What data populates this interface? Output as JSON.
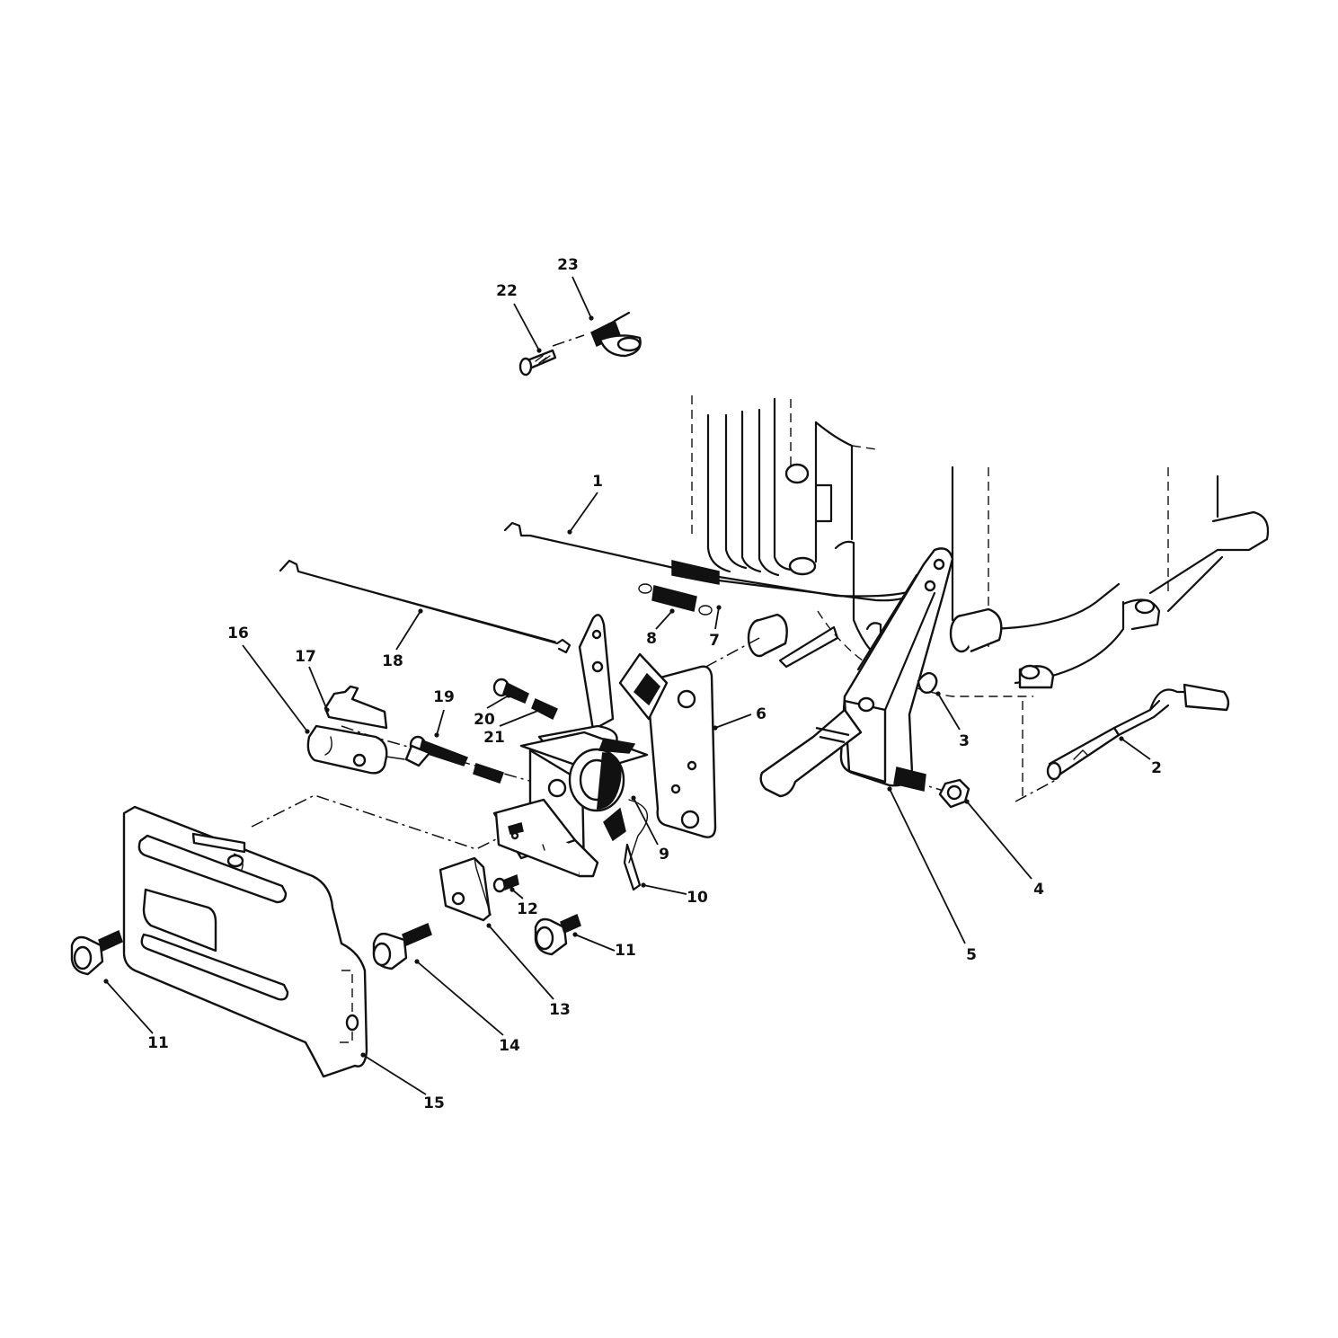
{
  "callouts": [
    {
      "label": "1",
      "kind": "linkage rod"
    },
    {
      "label": "2",
      "kind": "lever"
    },
    {
      "label": "3",
      "kind": "clip"
    },
    {
      "label": "4",
      "kind": "nut"
    },
    {
      "label": "5",
      "kind": "control bracket"
    },
    {
      "label": "6",
      "kind": "plate"
    },
    {
      "label": "7",
      "kind": "wire"
    },
    {
      "label": "8",
      "kind": "spring"
    },
    {
      "label": "9",
      "kind": "spring"
    },
    {
      "label": "10",
      "kind": "wire"
    },
    {
      "label": "11",
      "kind": "bolt"
    },
    {
      "label": "11",
      "kind": "bolt"
    },
    {
      "label": "12",
      "kind": "screw"
    },
    {
      "label": "13",
      "kind": "clip"
    },
    {
      "label": "14",
      "kind": "bolt"
    },
    {
      "label": "15",
      "kind": "cover plate"
    },
    {
      "label": "16",
      "kind": "slide"
    },
    {
      "label": "17",
      "kind": "bracket"
    },
    {
      "label": "18",
      "kind": "linkage rod"
    },
    {
      "label": "19",
      "kind": "screw"
    },
    {
      "label": "20",
      "kind": "screw"
    },
    {
      "label": "21",
      "kind": "spring"
    },
    {
      "label": "22",
      "kind": "screw"
    },
    {
      "label": "23",
      "kind": "cable clamp"
    }
  ]
}
